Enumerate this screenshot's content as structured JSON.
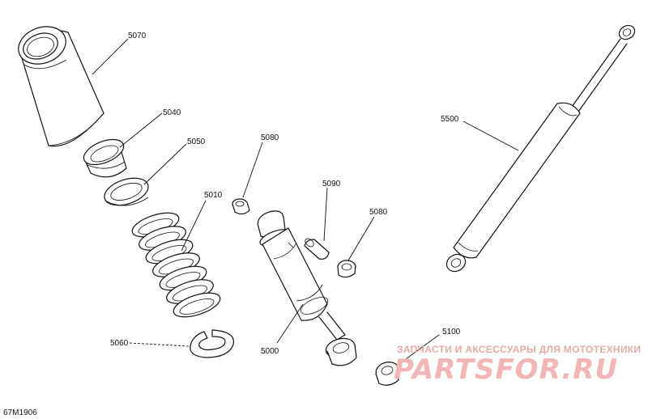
{
  "diagram": {
    "id_label": "67M1906",
    "callouts": [
      {
        "key": "c5070",
        "text": "5070"
      },
      {
        "key": "c5040",
        "text": "5040"
      },
      {
        "key": "c5050",
        "text": "5050"
      },
      {
        "key": "c5010",
        "text": "5010"
      },
      {
        "key": "c5060",
        "text": "5060"
      },
      {
        "key": "c5080a",
        "text": "5080"
      },
      {
        "key": "c5090",
        "text": "5090"
      },
      {
        "key": "c5080b",
        "text": "5080"
      },
      {
        "key": "c5000",
        "text": "5000"
      },
      {
        "key": "c5100",
        "text": "5100"
      },
      {
        "key": "c5500",
        "text": "5500"
      }
    ]
  },
  "watermark": {
    "tagline": "ЗАПЧАСТИ И АКСЕССУАРЫ ДЛЯ МОТОТЕХНИКИ",
    "logo_text": "PARTSFOR.RU"
  }
}
